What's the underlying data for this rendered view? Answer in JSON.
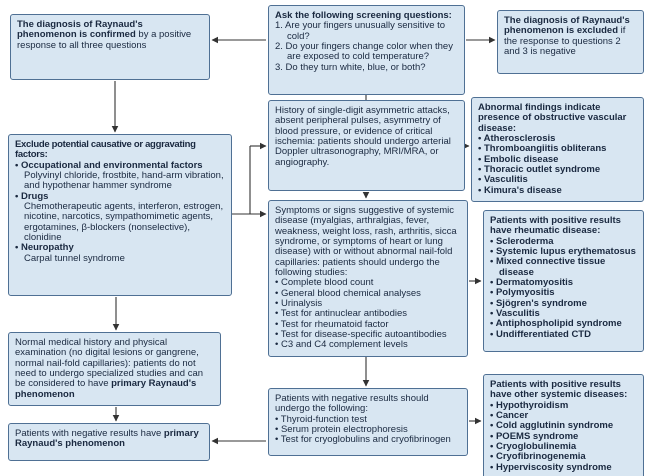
{
  "colors": {
    "box_bg": "#d8e6f2",
    "box_border": "#4f7094",
    "text": "#1a2940",
    "arrow": "#333333"
  },
  "boxes": {
    "confirmed": {
      "bold": "The diagnosis of Raynaud's phenomenon is confirmed",
      "rest": " by a positive response to all three questions"
    },
    "screening": {
      "title": "Ask the following screening questions:",
      "questions": [
        "1. Are your fingers unusually sensitive to cold?",
        "2. Do your fingers change color when they are exposed to cold temperature?",
        "3. Do they turn white, blue, or both?"
      ]
    },
    "excluded": {
      "bold": "The diagnosis of Raynaud's phenomenon is excluded",
      "rest": " if the response to questions 2 and 3 is negative"
    },
    "exclude_factors": {
      "title": "Exclude potential causative or aggravating factors:",
      "items": [
        {
          "label": "Occupational and environmental factors",
          "detail": "Polyvinyl chloride, frostbite, hand-arm vibration, and hypothenar hammer syndrome"
        },
        {
          "label": "Drugs",
          "detail": "Chemotherapeutic agents, interferon, estrogen, nicotine, narcotics, sympathomimetic agents, ergotamines, β-blockers (nonselective), clonidine"
        },
        {
          "label": "Neuropathy",
          "detail": "Carpal tunnel syndrome"
        }
      ]
    },
    "history": {
      "text": "History of single-digit asymmetric attacks, absent peripheral pulses, asymmetry of blood pressure, or evidence of critical ischemia: patients should undergo arterial Doppler ultrasonography, MRI/MRA, or angiography."
    },
    "obstructive": {
      "title": "Abnormal findings indicate presence of obstructive vascular disease:",
      "items": [
        "Atherosclerosis",
        "Thromboangiitis obliterans",
        "Embolic disease",
        "Thoracic outlet syndrome",
        "Vasculitis",
        "Kimura's disease"
      ]
    },
    "systemic": {
      "text": "Symptoms or signs suggestive of systemic disease (myalgias, arthralgias, fever, weakness, weight loss, rash, arthritis, sicca syndrome, or symptoms of heart or lung disease) with or without abnormal nail-fold capillaries: patients should undergo the following studies:",
      "items": [
        "Complete blood count",
        "General blood chemical analyses",
        "Urinalysis",
        "Test for antinuclear antibodies",
        "Test for rheumatoid factor",
        "Test for disease-specific autoantibodies",
        "C3 and C4 complement levels"
      ]
    },
    "rheumatic": {
      "title": "Patients with positive results have rheumatic disease:",
      "items": [
        "Scleroderma",
        "Systemic lupus erythematosus",
        "Mixed connective tissue disease",
        "Dermatomyositis",
        "Polymyositis",
        "Sjögren's syndrome",
        "Vasculitis",
        "Antiphospholipid syndrome",
        "Undifferentiated CTD"
      ]
    },
    "normal_history": {
      "text": "Normal medical history and physical examination (no digital lesions or gangrene, normal nail-fold capillaries): patients do not need to undergo specialized studies and can be considered to have ",
      "bold": "primary Raynaud's phenomenon"
    },
    "negative_primary": {
      "text": "Patients with negative results have ",
      "bold": "primary Raynaud's phenomenon"
    },
    "negative_tests": {
      "title": "Patients with negative results should undergo the following:",
      "items": [
        "Thyroid-function test",
        "Serum protein electrophoresis",
        "Test for cryoglobulins and cryofibrinogen"
      ]
    },
    "other_systemic": {
      "title": "Patients with positive results have other systemic diseases:",
      "items": [
        "Hypothyroidism",
        "Cancer",
        "Cold agglutinin syndrome",
        "POEMS syndrome",
        "Cryoglobulinemia",
        "Cryofibrinogenemia",
        "Hyperviscosity syndrome"
      ]
    }
  }
}
